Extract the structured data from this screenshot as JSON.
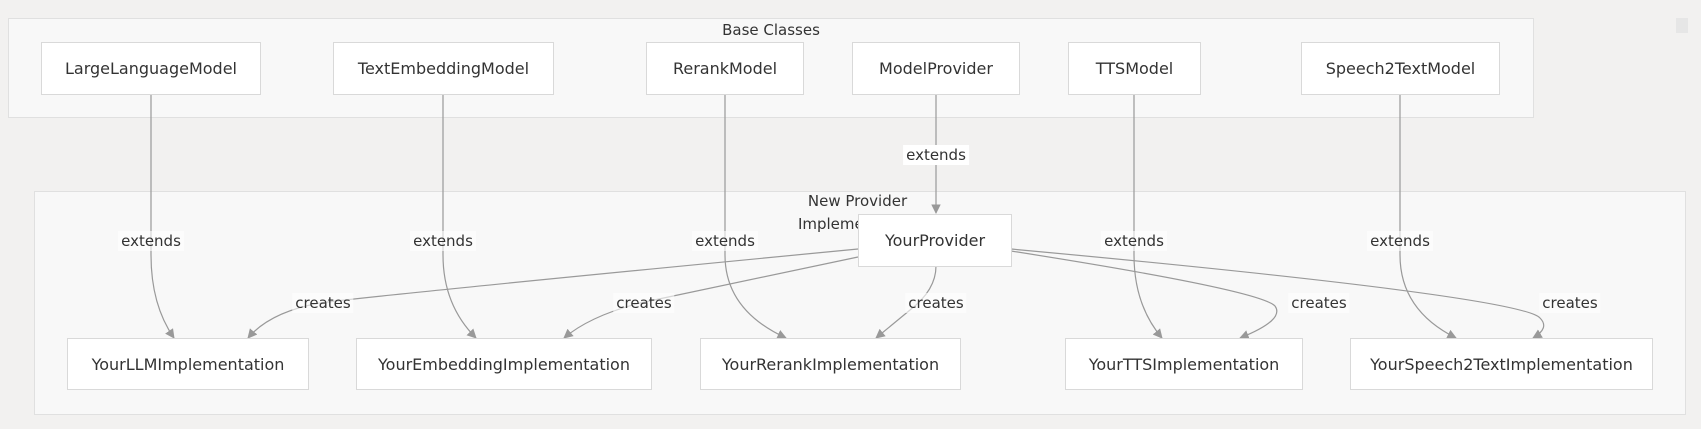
{
  "clusters": {
    "base": {
      "title": "Base Classes"
    },
    "impl": {
      "title_line1": "New Provider",
      "title_line2": "Implementation"
    }
  },
  "nodes": {
    "llm": "LargeLanguageModel",
    "embedding": "TextEmbeddingModel",
    "rerank": "RerankModel",
    "provider": "ModelProvider",
    "tts": "TTSModel",
    "s2t": "Speech2TextModel",
    "your_provider": "YourProvider",
    "your_llm": "YourLLMImplementation",
    "your_embedding": "YourEmbeddingImplementation",
    "your_rerank": "YourRerankImplementation",
    "your_tts": "YourTTSImplementation",
    "your_s2t": "YourSpeech2TextImplementation"
  },
  "edges": {
    "extends_label": "extends",
    "creates_label": "creates"
  },
  "colors": {
    "edge": "#999999",
    "node_border": "#d9d9d9",
    "cluster_bg": "#f8f8f8"
  }
}
